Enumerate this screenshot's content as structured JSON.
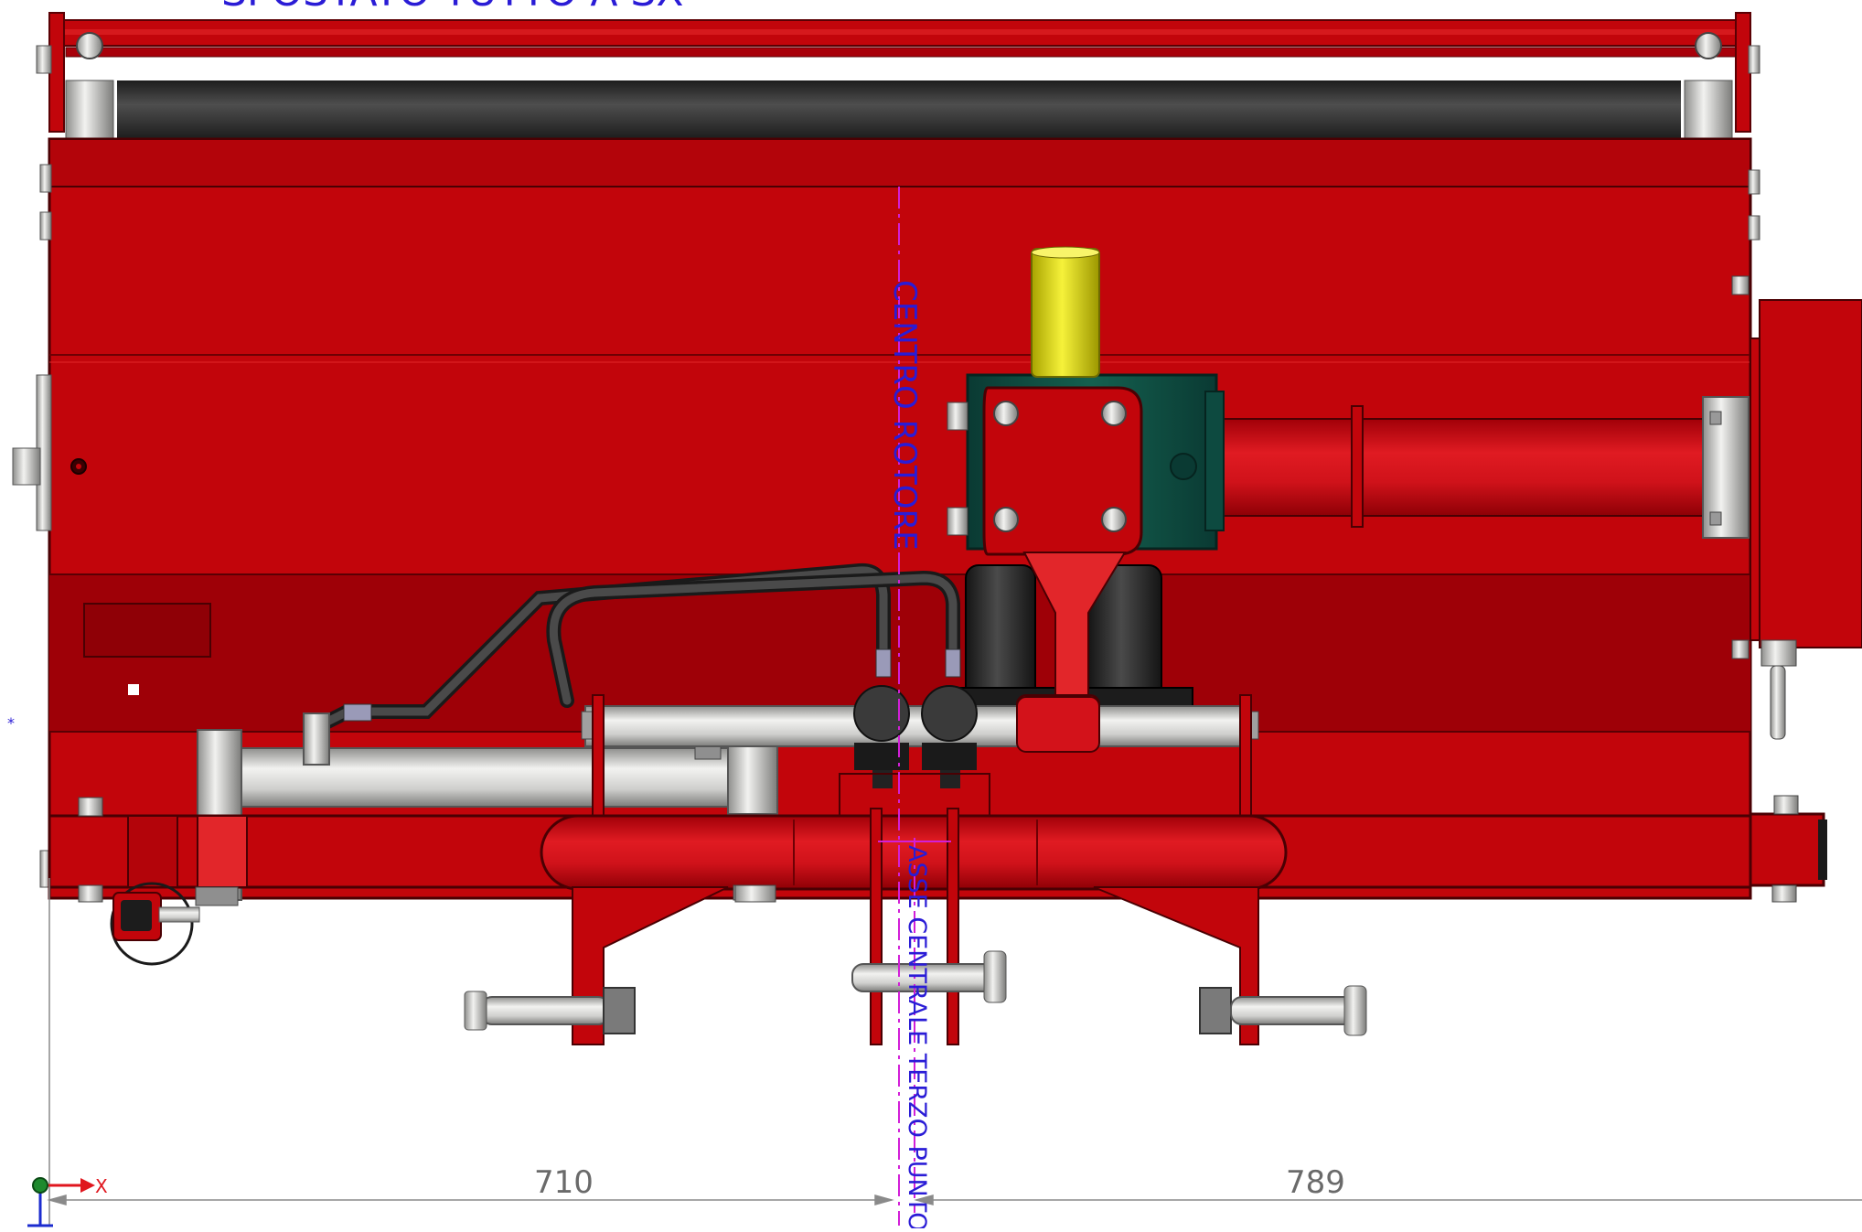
{
  "drawing": {
    "title_note": "SPOSTATO TUTTO A SX",
    "label_rotor_center": "CENTRO ROTORE",
    "label_third_point_axis": "ASSE CENTRALE TERZO PUNTO",
    "dimension_left": "710",
    "dimension_right": "789",
    "triad_x_label": "X",
    "colors": {
      "frame_red": "#c2050b",
      "frame_red_dark": "#8a0007",
      "frame_red_light": "#e2262a",
      "gearbox_green": "#0f4d44",
      "cap_yellow": "#e6e20a",
      "roller_dark": "#3b3b3b",
      "steel": "#c8c8c6",
      "hose": "#3a3a3a",
      "annotation_blue": "#2a1cd6",
      "centerline_magenta": "#d21fd8",
      "dimension_gray": "#8a8a8a"
    },
    "icons": [
      "coordinate-triad-icon",
      "origin-marker-icon"
    ]
  }
}
